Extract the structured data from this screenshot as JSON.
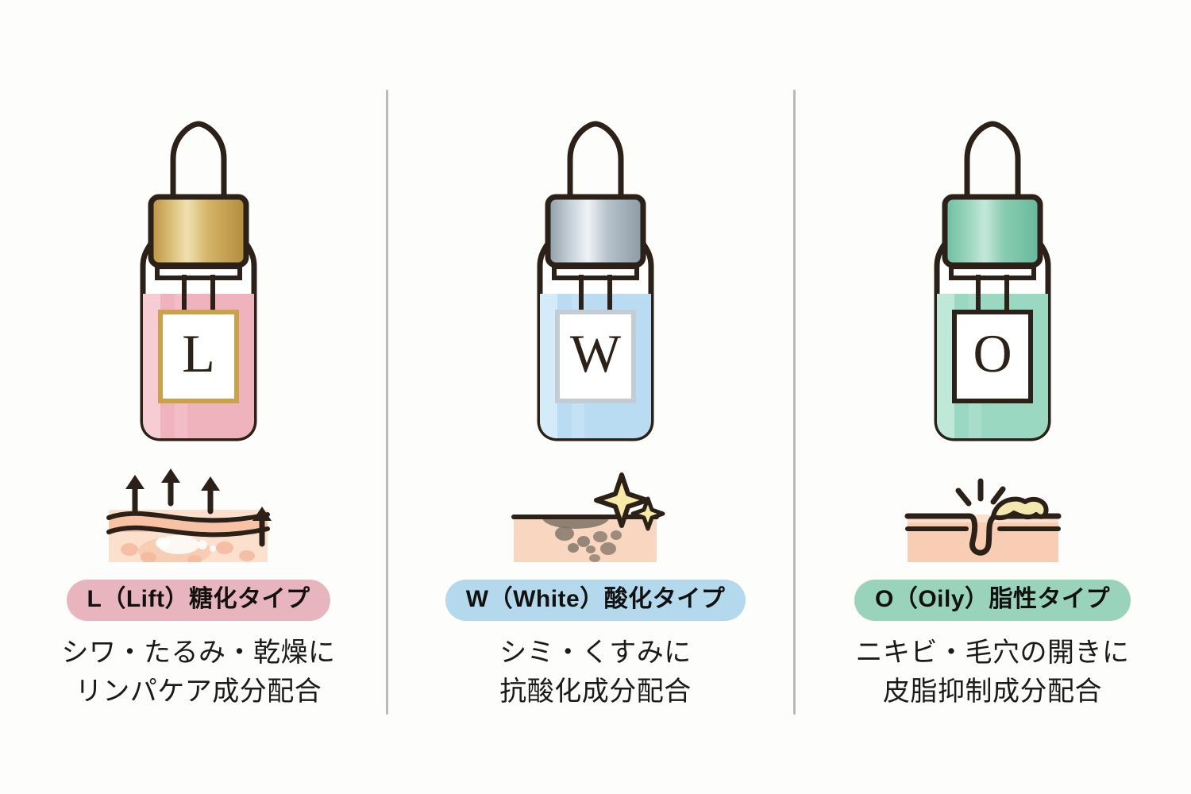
{
  "page": {
    "background_color": "#fdfdfb",
    "divider_color": "#b9b9b9"
  },
  "columns": [
    {
      "key": "lift",
      "bottle": {
        "letter": "L",
        "cap_color": "#c9a24a",
        "cap_color_light": "#efdcaa",
        "liquid_color": "#eeb3bc",
        "label_border_color": "#c9a24a",
        "label_fill_color": "#ffffff",
        "outline_color": "#2b2118",
        "icon_name": "dropper-bottle-lift"
      },
      "skin_icon": {
        "name": "skin-lift-arrows-icon",
        "skin_color": "#f9cdb4",
        "skin_deep_color": "#fadfcf",
        "accent_color": "#2b2118"
      },
      "badge": {
        "label": "L（Lift）糖化タイプ",
        "background_color": "#e8b4bd",
        "text_color": "#111111"
      },
      "description": [
        "シワ・たるみ・乾燥に",
        "リンパケア成分配合"
      ]
    },
    {
      "key": "white",
      "bottle": {
        "letter": "W",
        "cap_color": "#9aa9b3",
        "cap_color_light": "#e4ecf1",
        "liquid_color": "#b9dcf2",
        "label_border_color": "#c3ccd2",
        "label_fill_color": "#ffffff",
        "outline_color": "#2b2118",
        "icon_name": "dropper-bottle-white"
      },
      "skin_icon": {
        "name": "skin-spots-sparkle-icon",
        "skin_color": "#f9d6bf",
        "spot_color": "#7d7265",
        "sparkle_color": "#f7e9a8",
        "accent_color": "#2b2118"
      },
      "badge": {
        "label": "W（White）酸化タイプ",
        "background_color": "#b5d9ec",
        "text_color": "#111111"
      },
      "description": [
        "シミ・くすみに",
        "抗酸化成分配合"
      ]
    },
    {
      "key": "oily",
      "bottle": {
        "letter": "O",
        "cap_color": "#7ec6ab",
        "cap_color_light": "#c8e8db",
        "liquid_color": "#9ad8c2",
        "label_border_color": "#2b2118",
        "label_fill_color": "#ffffff",
        "outline_color": "#2b2118",
        "icon_name": "dropper-bottle-oily"
      },
      "skin_icon": {
        "name": "skin-pore-sebum-icon",
        "skin_color": "#f9cdb4",
        "sebum_color": "#f3e8ae",
        "accent_color": "#2b2118"
      },
      "badge": {
        "label": "O（Oily）脂性タイプ",
        "background_color": "#9ad3bc",
        "text_color": "#111111"
      },
      "description": [
        "ニキビ・毛穴の開きに",
        "皮脂抑制成分配合"
      ]
    }
  ]
}
